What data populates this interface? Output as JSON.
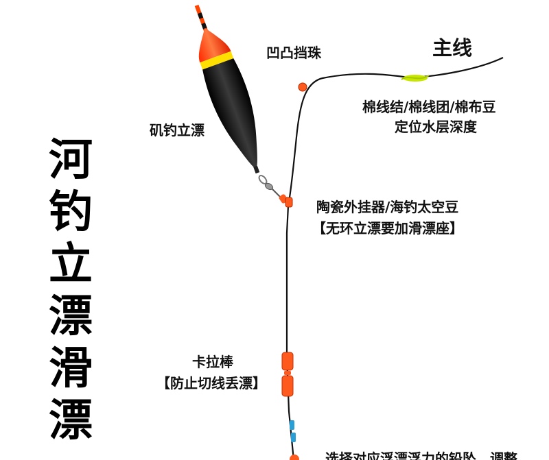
{
  "title_chars": [
    "河",
    "钓",
    "立",
    "漂",
    "滑",
    "漂"
  ],
  "labels": {
    "main_line": "主线",
    "bump_bead": "凹凸挡珠",
    "cotton_knot_line1": "棉线结/棉线团/棉布豆",
    "cotton_knot_line2": "定位水层深度",
    "float": "矶钓立漂",
    "hanger_line1": "陶瓷外挂器/海钓太空豆",
    "hanger_line2": "【无环立漂要加滑漂座】",
    "stopper_line1": "卡拉棒",
    "stopper_line2": "【防止切线丢漂】",
    "bottom_partial": "选择对应浮漂浮力的铅坠，调整"
  },
  "colors": {
    "float_tip": "#ff4400",
    "float_band": "#ffe000",
    "float_body": "#111111",
    "bead": "#ff5a1e",
    "line": "#111111",
    "knot": "#c8e600",
    "blue_tube": "#2a9fd6"
  }
}
